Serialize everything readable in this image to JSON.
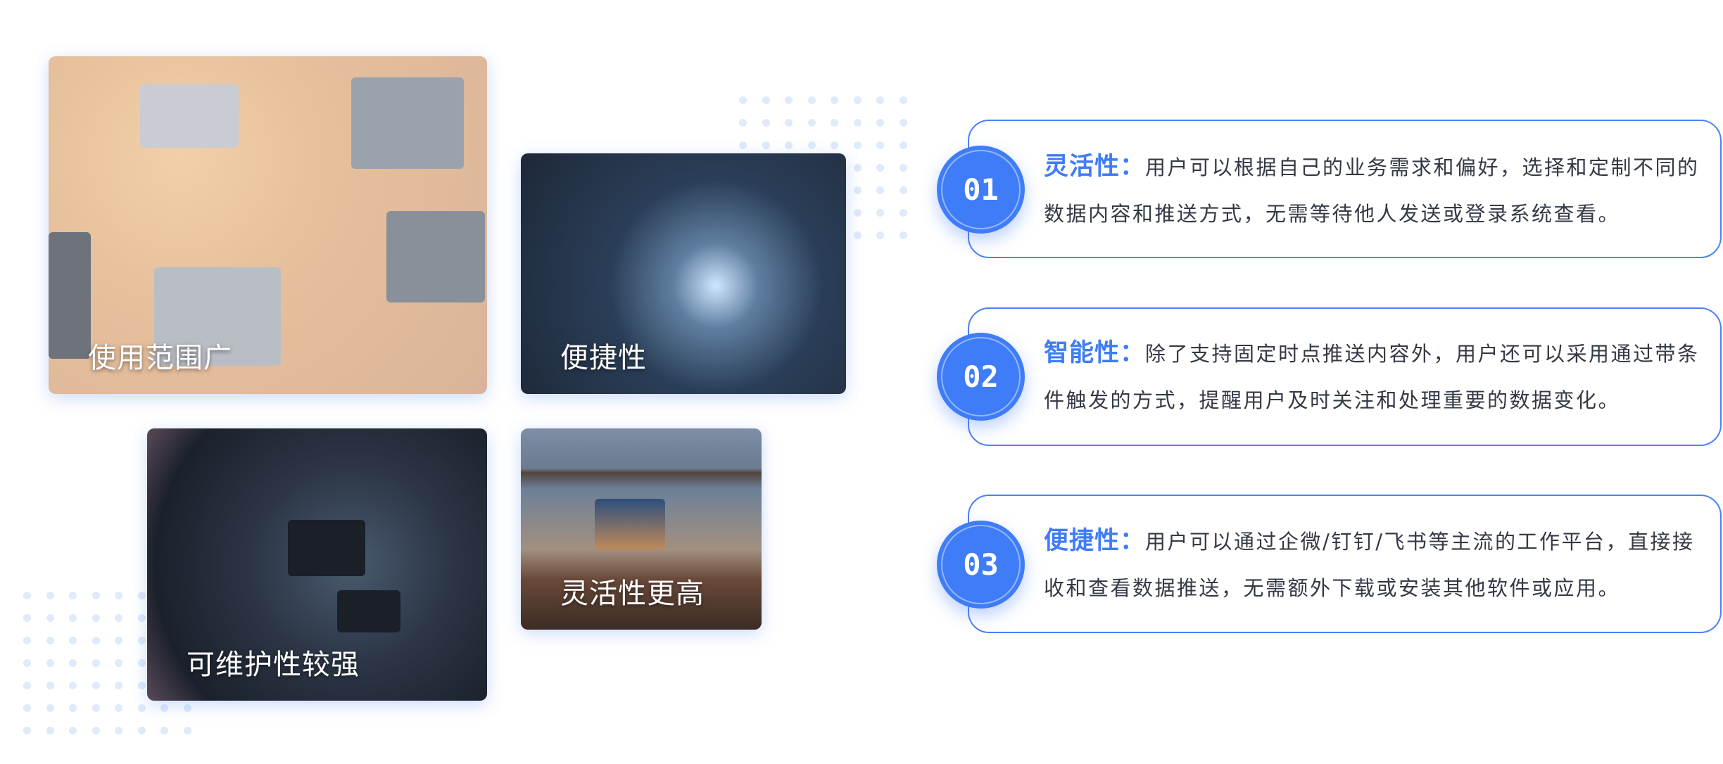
{
  "images": [
    {
      "label": "使用范围广"
    },
    {
      "label": "便捷性"
    },
    {
      "label": "可维护性较强"
    },
    {
      "label": "灵活性更高"
    }
  ],
  "features": [
    {
      "number": "01",
      "title": "灵活性：",
      "description": "用户可以根据自己的业务需求和偏好，选择和定制不同的数据内容和推送方式，无需等待他人发送或登录系统查看。"
    },
    {
      "number": "02",
      "title": "智能性：",
      "description": "除了支持固定时点推送内容外，用户还可以采用通过带条件触发的方式，提醒用户及时关注和处理重要的数据变化。"
    },
    {
      "number": "03",
      "title": "便捷性：",
      "description": "用户可以通过企微/钉钉/飞书等主流的工作平台，直接接收和查看数据推送，无需额外下载或安装其他软件或应用。"
    }
  ],
  "colors": {
    "accent": "#3f7cf7",
    "border": "#4b82f5",
    "text": "#333a45",
    "dots": "#dfeafb"
  }
}
